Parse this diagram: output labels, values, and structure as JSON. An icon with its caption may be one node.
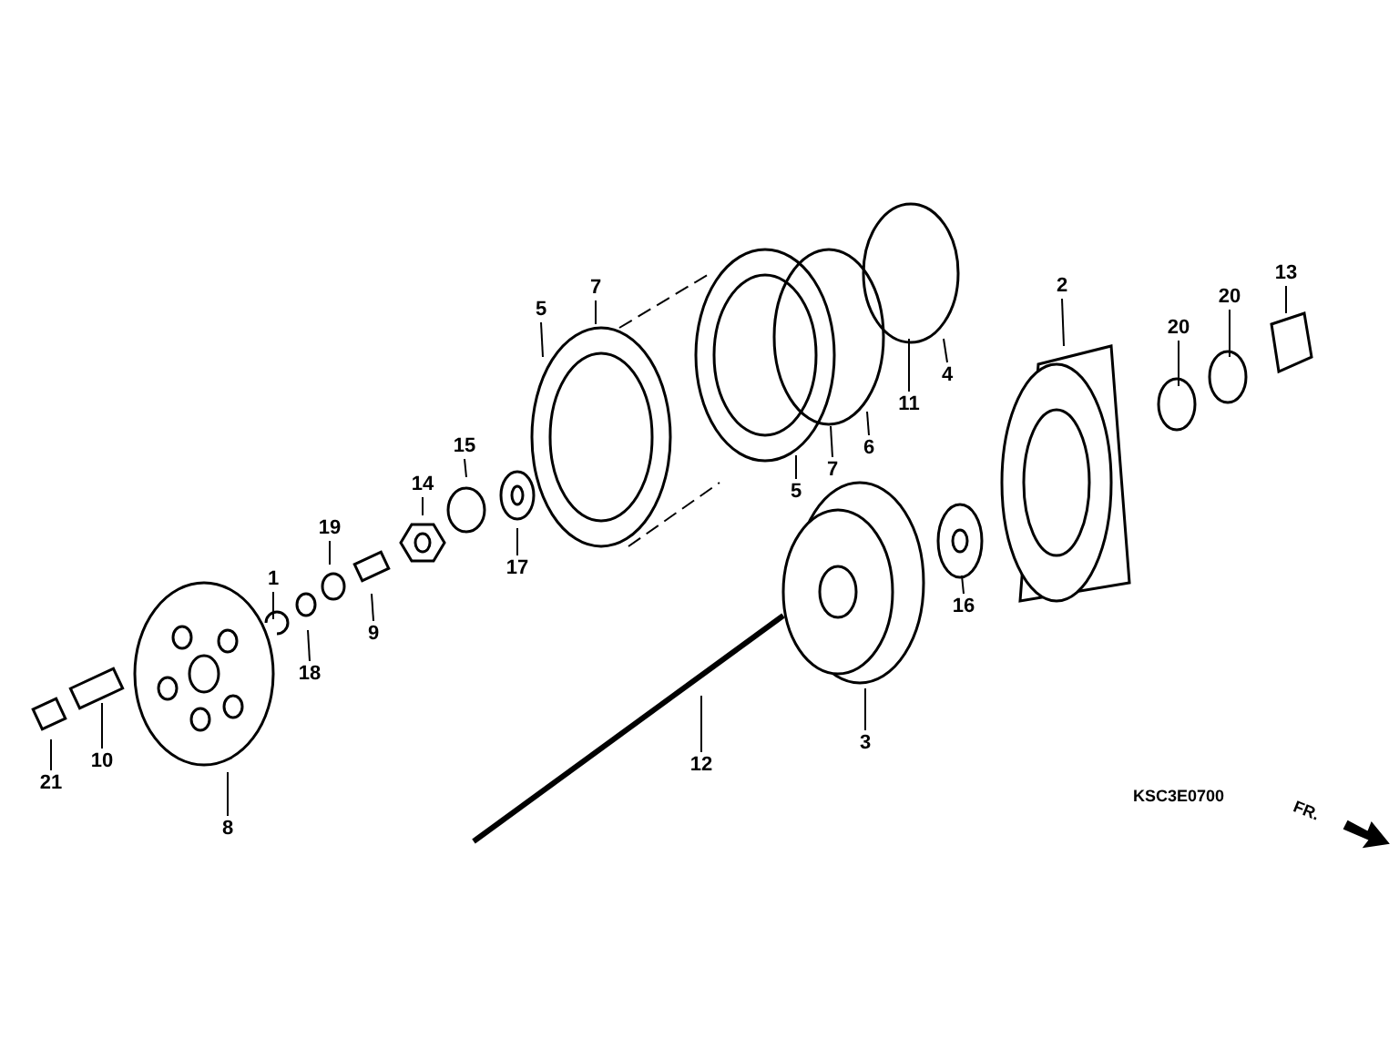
{
  "diagram": {
    "nodes": [
      {
        "text": [
          "13"
        ]
      },
      {
        "text": [
          "2"
        ]
      },
      {
        "text": [
          "7"
        ]
      },
      {
        "text": [
          "20"
        ]
      },
      {
        "text": [
          "5"
        ]
      },
      {
        "text": [
          "20"
        ]
      },
      {
        "text": [
          "4"
        ]
      },
      {
        "text": [
          "11"
        ]
      },
      {
        "text": [
          "15"
        ]
      },
      {
        "text": [
          "6"
        ]
      },
      {
        "text": [
          "7"
        ]
      },
      {
        "text": [
          "14"
        ]
      },
      {
        "text": [
          "5"
        ]
      },
      {
        "text": [
          "19"
        ]
      },
      {
        "text": [
          "17"
        ]
      },
      {
        "text": [
          "1"
        ]
      },
      {
        "text": [
          "16"
        ]
      },
      {
        "text": [
          "9"
        ]
      },
      {
        "text": [
          "18"
        ]
      },
      {
        "text": [
          "3"
        ]
      },
      {
        "text": [
          "10"
        ]
      },
      {
        "text": [
          "12"
        ]
      },
      {
        "text": [
          "21"
        ]
      },
      {
        "text": [
          "8"
        ]
      }
    ],
    "edges": [
      {
        "from": 0,
        "to": null,
        "arrow": "none"
      },
      {
        "from": 1,
        "to": null,
        "arrow": "none"
      },
      {
        "from": 2,
        "to": null,
        "arrow": "none"
      },
      {
        "from": 3,
        "to": null,
        "arrow": "none"
      },
      {
        "from": 4,
        "to": null,
        "arrow": "none"
      },
      {
        "from": 5,
        "to": null,
        "arrow": "none"
      },
      {
        "from": 6,
        "to": null,
        "arrow": "none"
      },
      {
        "from": 7,
        "to": null,
        "arrow": "none"
      },
      {
        "from": 8,
        "to": null,
        "arrow": "none"
      },
      {
        "from": 9,
        "to": null,
        "arrow": "none"
      },
      {
        "from": 10,
        "to": null,
        "arrow": "none"
      },
      {
        "from": 11,
        "to": null,
        "arrow": "none"
      },
      {
        "from": 12,
        "to": null,
        "arrow": "none"
      },
      {
        "from": 13,
        "to": null,
        "arrow": "none"
      },
      {
        "from": 14,
        "to": null,
        "arrow": "none"
      },
      {
        "from": 15,
        "to": null,
        "arrow": "none"
      },
      {
        "from": 16,
        "to": null,
        "arrow": "none"
      },
      {
        "from": 17,
        "to": null,
        "arrow": "none"
      },
      {
        "from": 18,
        "to": null,
        "arrow": "none"
      },
      {
        "from": 19,
        "to": null,
        "arrow": "none"
      },
      {
        "from": 20,
        "to": null,
        "arrow": "none"
      },
      {
        "from": 21,
        "to": null,
        "arrow": "none"
      },
      {
        "from": 22,
        "to": null,
        "arrow": "none"
      },
      {
        "from": 23,
        "to": null,
        "arrow": "none"
      }
    ],
    "labels": [
      "KSC3E0700",
      "FR."
    ]
  }
}
